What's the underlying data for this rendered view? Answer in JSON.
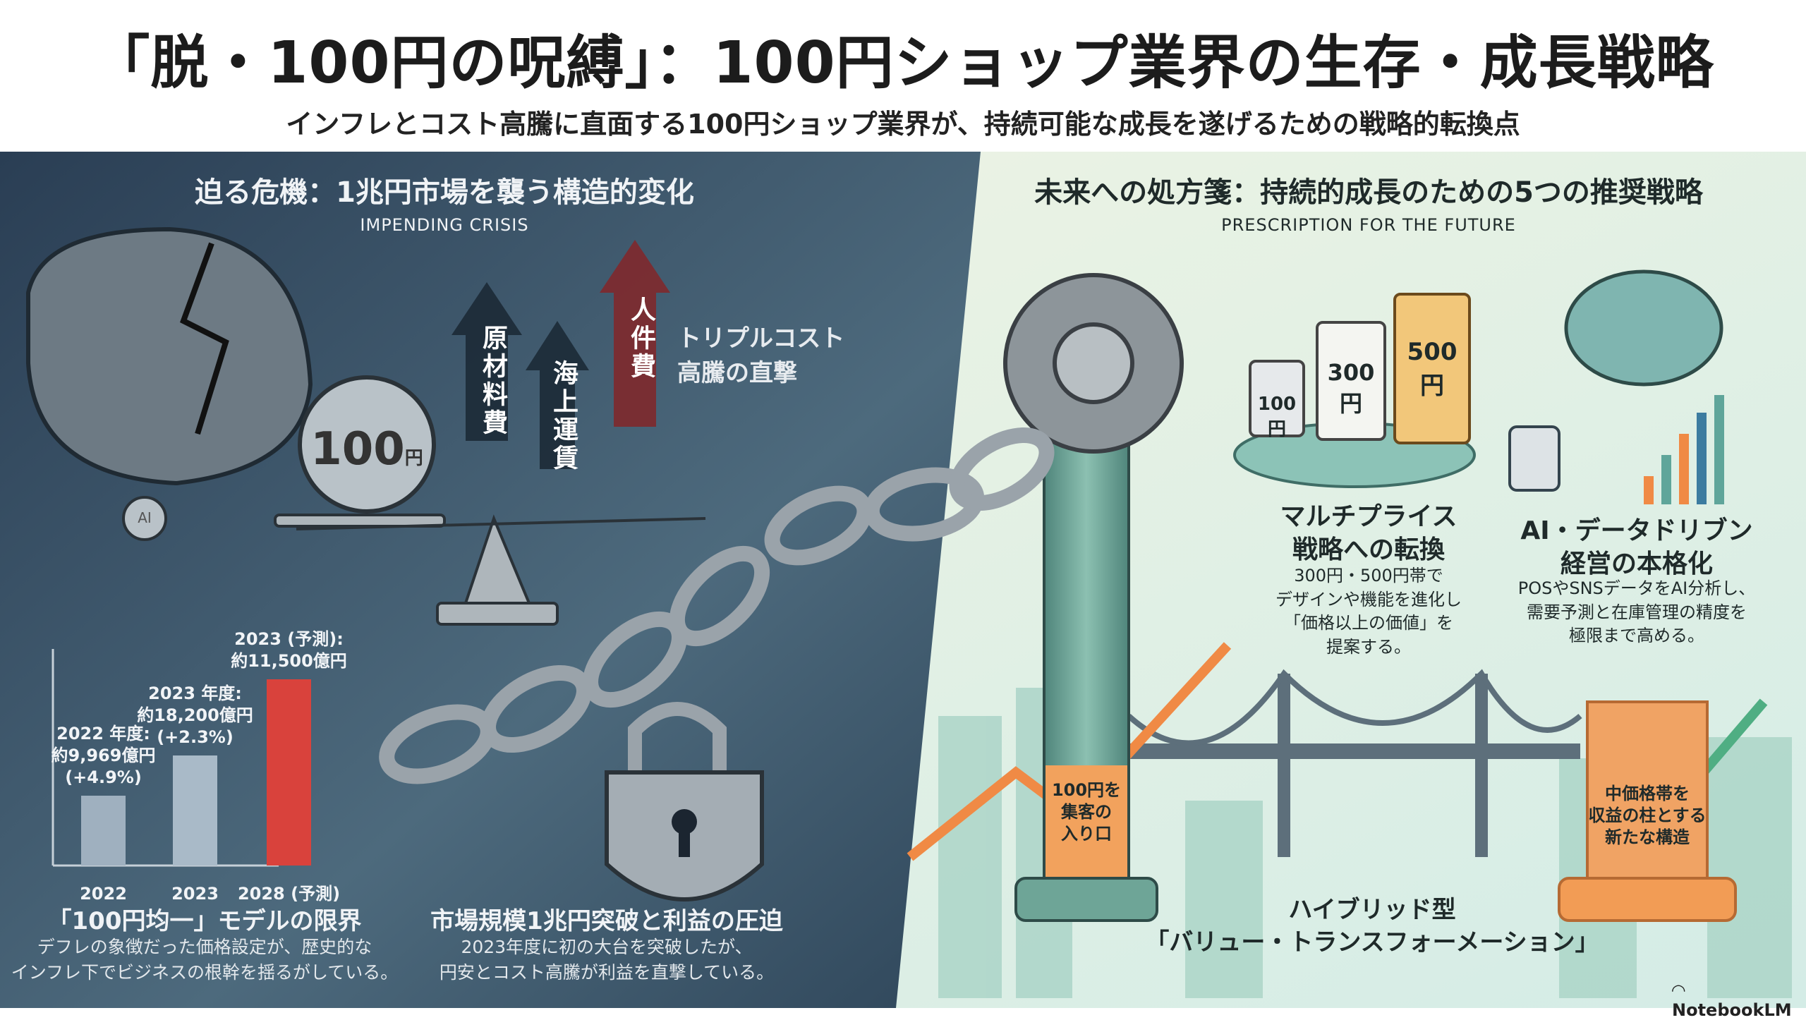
{
  "header": {
    "title": "「脱・100円の呪縛」：100円ショップ業界の生存・成長戦略",
    "subtitle": "インフレとコスト高騰に直面する100円ショップ業界が、持続可能な成長を遂げるための戦略的転換点"
  },
  "left": {
    "heading": "迫る危機：1兆円市場を襲う構造的変化",
    "heading_en": "IMPENDING CRISIS",
    "coin_label": "100",
    "coin_unit": "円",
    "small_coin": "AI",
    "costs": [
      "原材料費",
      "海上運賃",
      "人件費"
    ],
    "cost_caption_1": "トリプルコスト",
    "cost_caption_2": "高騰の直撃",
    "chart": {
      "bars": [
        {
          "x_label": "2022",
          "label_1": "2022 年度:",
          "label_2": "約9,969億円",
          "label_3": "(+4.9%)",
          "relative_height": 0.33,
          "color": "#9fb0bf"
        },
        {
          "x_label": "2023",
          "label_1": "2023 年度:",
          "label_2": "約18,200億円",
          "label_3": "(+2.3%)",
          "relative_height": 0.52,
          "color": "#a9bac8"
        },
        {
          "x_label": "2028 (予測)",
          "label_1": "2023 (予測):",
          "label_2": "約11,500億円",
          "label_3": "",
          "relative_height": 0.88,
          "color": "#d9423c"
        }
      ]
    },
    "block1": {
      "title": "「100円均一」モデルの限界",
      "body_1": "デフレの象徴だった価格設定が、歴史的な",
      "body_2": "インフレ下でビジネスの根幹を揺るがしている。"
    },
    "block2": {
      "title": "市場規模1兆円突破と利益の圧迫",
      "body_1": "2023年度に初の大台を突破したが、",
      "body_2": "円安とコスト高騰が利益を直撃している。"
    }
  },
  "right": {
    "heading": "未来への処方箋：持続的成長のための5つの推奨戦略",
    "heading_en": "PRESCRIPTION FOR THE FUTURE",
    "tags": [
      "100円",
      "300円",
      "500円"
    ],
    "strategy1": {
      "title_1": "マルチプライス",
      "title_2": "戦略への転換",
      "body": [
        "300円・500円帯で",
        "デザインや機能を進化し",
        "「価格以上の価値」を",
        "提案する。"
      ]
    },
    "strategy2": {
      "title_1": "AI・データドリブン",
      "title_2": "経営の本格化",
      "body": [
        "POSやSNSデータをAI分析し、",
        "需要予測と在庫管理の精度を",
        "極限まで高める。"
      ]
    },
    "pillar_left": [
      "100円を",
      "集客の",
      "入り口"
    ],
    "pillar_right": [
      "中価格帯を",
      "収益の柱とする",
      "新たな構造"
    ],
    "bottom_1": "ハイブリッド型",
    "bottom_2": "「バリュー・トランスフォーメーション」"
  },
  "brand": "NotebookLM",
  "colors": {
    "dark_panel": "#2f4559",
    "light_panel": "#e4f1e6",
    "accent_red": "#d9423c",
    "accent_orange": "#f08a45",
    "teal": "#5f9a8e"
  }
}
